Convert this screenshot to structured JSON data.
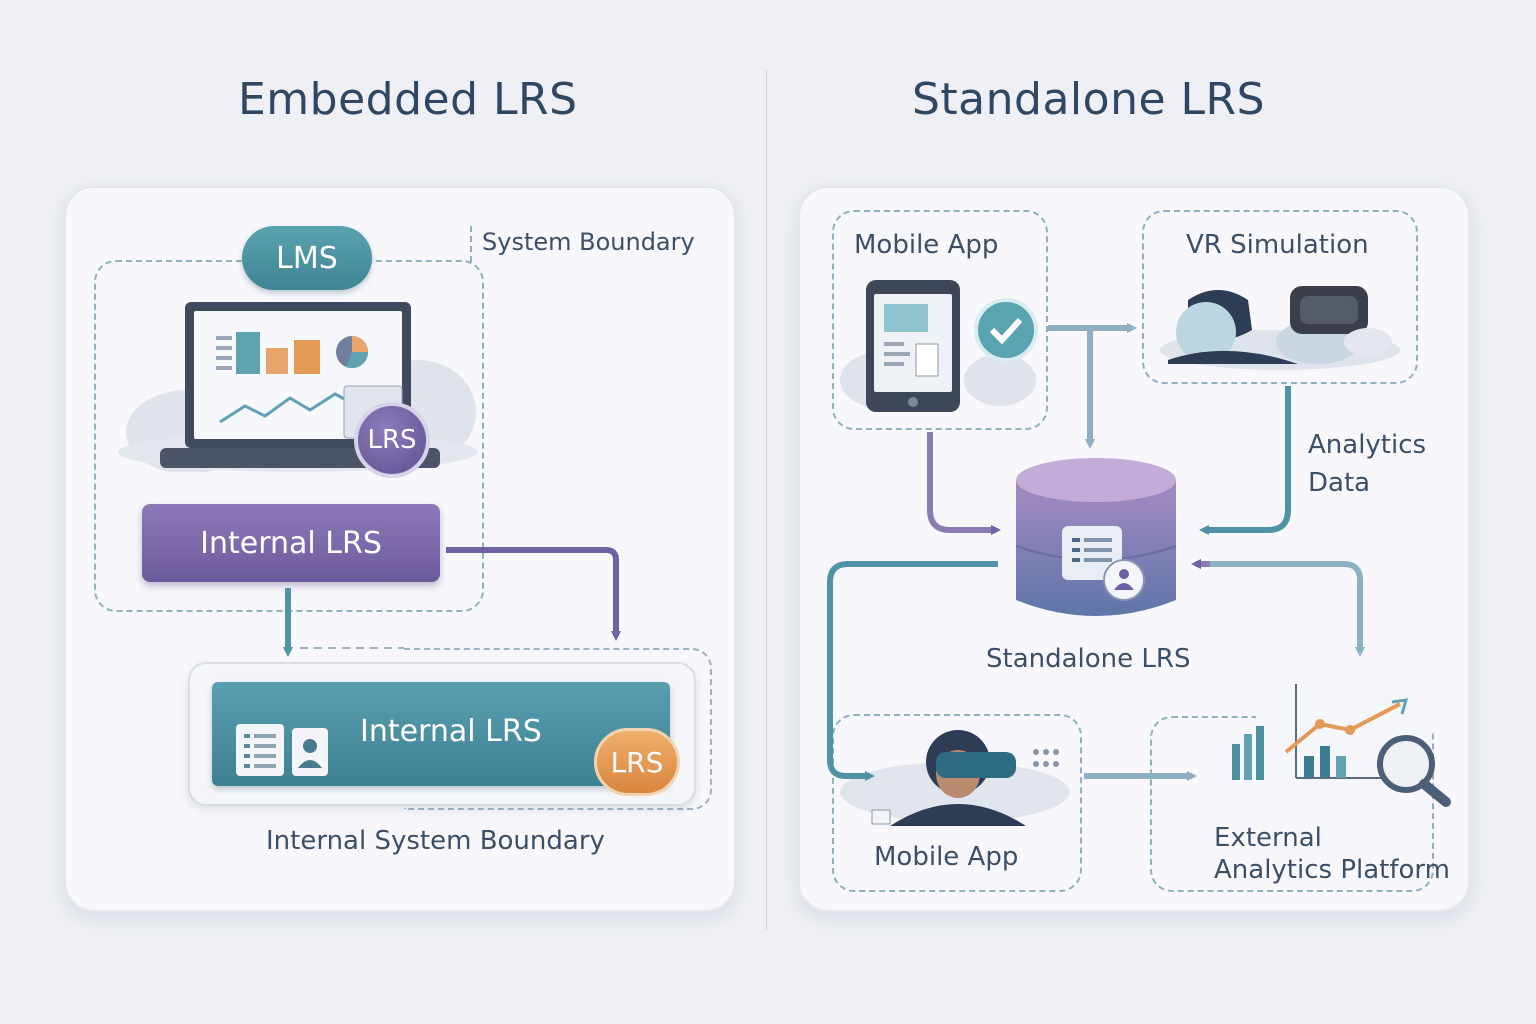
{
  "left": {
    "title": "Embedded LRS",
    "system_boundary_label": "System Boundary",
    "lms_label": "LMS",
    "lrs_badge": "LRS",
    "internal_lrs_top": "Internal LRS",
    "internal_lrs_bottom": "Internal LRS",
    "lrs_badge_orange": "LRS",
    "internal_boundary_label": "Internal System Boundary"
  },
  "right": {
    "title": "Standalone LRS",
    "mobile_app_top": "Mobile App",
    "vr_simulation": "VR Simulation",
    "analytics_data": "Analytics\nData",
    "analytics_data_line1": "Analytics",
    "analytics_data_line2": "Data",
    "standalone_lrs": "Standalone LRS",
    "mobile_app_bottom": "Mobile App",
    "external_line1": "External",
    "external_line2": "Analytics Platform"
  },
  "colors": {
    "teal": "#4a93a4",
    "purple": "#7a68a8",
    "orange": "#e39a55",
    "title": "#2f4763"
  }
}
